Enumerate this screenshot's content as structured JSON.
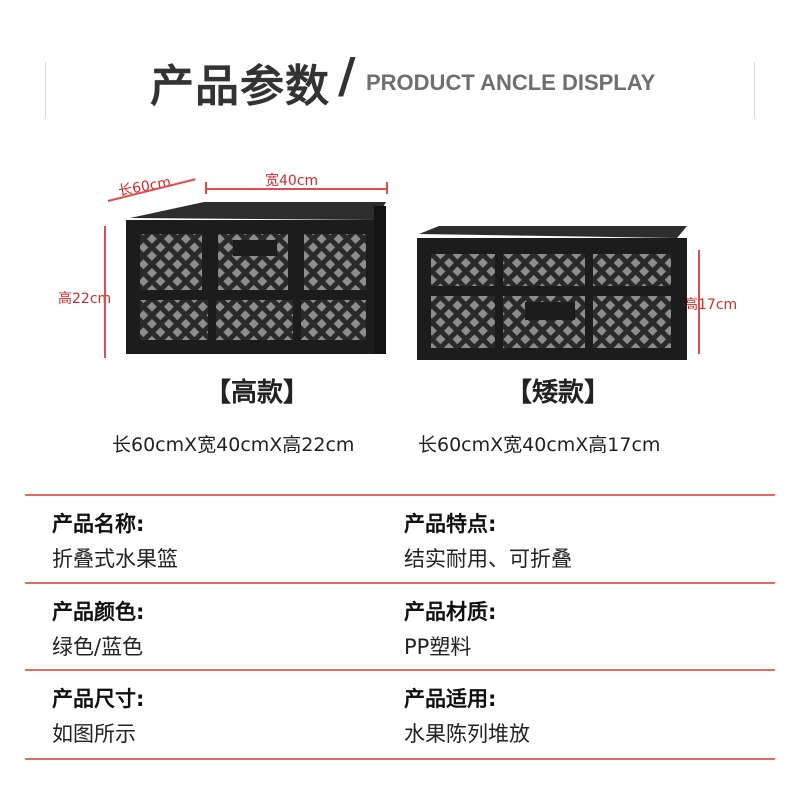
{
  "header": {
    "title_cn": "产品参数",
    "slash": "/",
    "title_en": "PRODUCT ANCLE DISPLAY"
  },
  "dimensions": {
    "length": "长60cm",
    "width": "宽40cm",
    "tall_height": "高22cm",
    "short_height": "高17cm"
  },
  "variants": [
    {
      "label": "【高款】",
      "spec": "长60cmX宽40cmX高22cm"
    },
    {
      "label": "【矮款】",
      "spec": "长60cmX宽40cmX高17cm"
    }
  ],
  "info": [
    {
      "label": "产品名称:",
      "value": "折叠式水果篮"
    },
    {
      "label": "产品特点:",
      "value": "结实耐用、可折叠"
    },
    {
      "label": "产品颜色:",
      "value": "绿色/蓝色"
    },
    {
      "label": "产品材质:",
      "value": "PP塑料"
    },
    {
      "label": "产品尺寸:",
      "value": "如图所示"
    },
    {
      "label": "产品适用:",
      "value": "水果陈列堆放"
    }
  ],
  "colors": {
    "accent_line": "#e36d5c",
    "dimension_red": "#d42a2a",
    "crate_black": "#1c1c1c"
  }
}
